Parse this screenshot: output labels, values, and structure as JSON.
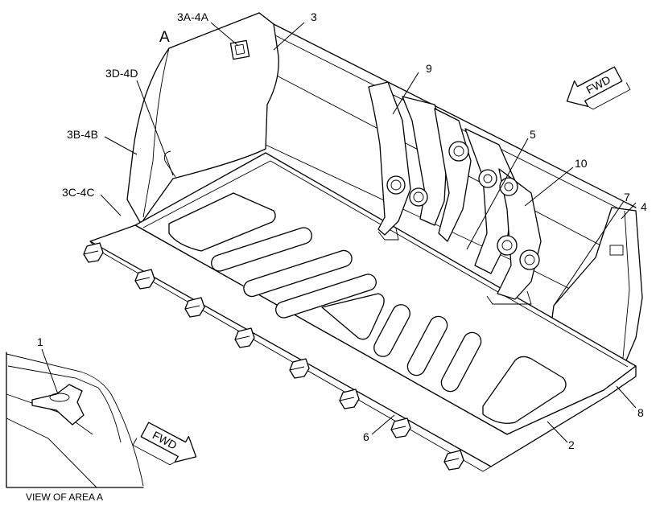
{
  "callouts": {
    "c1": "1",
    "c2": "2",
    "c3": "3",
    "c3a4a": "3A-4A",
    "c3b4b": "3B-4B",
    "c3c4c": "3C-4C",
    "c3d4d": "3D-4D",
    "c4": "4",
    "c5": "5",
    "c6": "6",
    "c7": "7",
    "c8": "8",
    "c9": "9",
    "c10": "10"
  },
  "view_letter": "A",
  "view_caption": "VIEW OF AREA  A",
  "fwd_top": "FWD",
  "fwd_bottom": "FWD"
}
